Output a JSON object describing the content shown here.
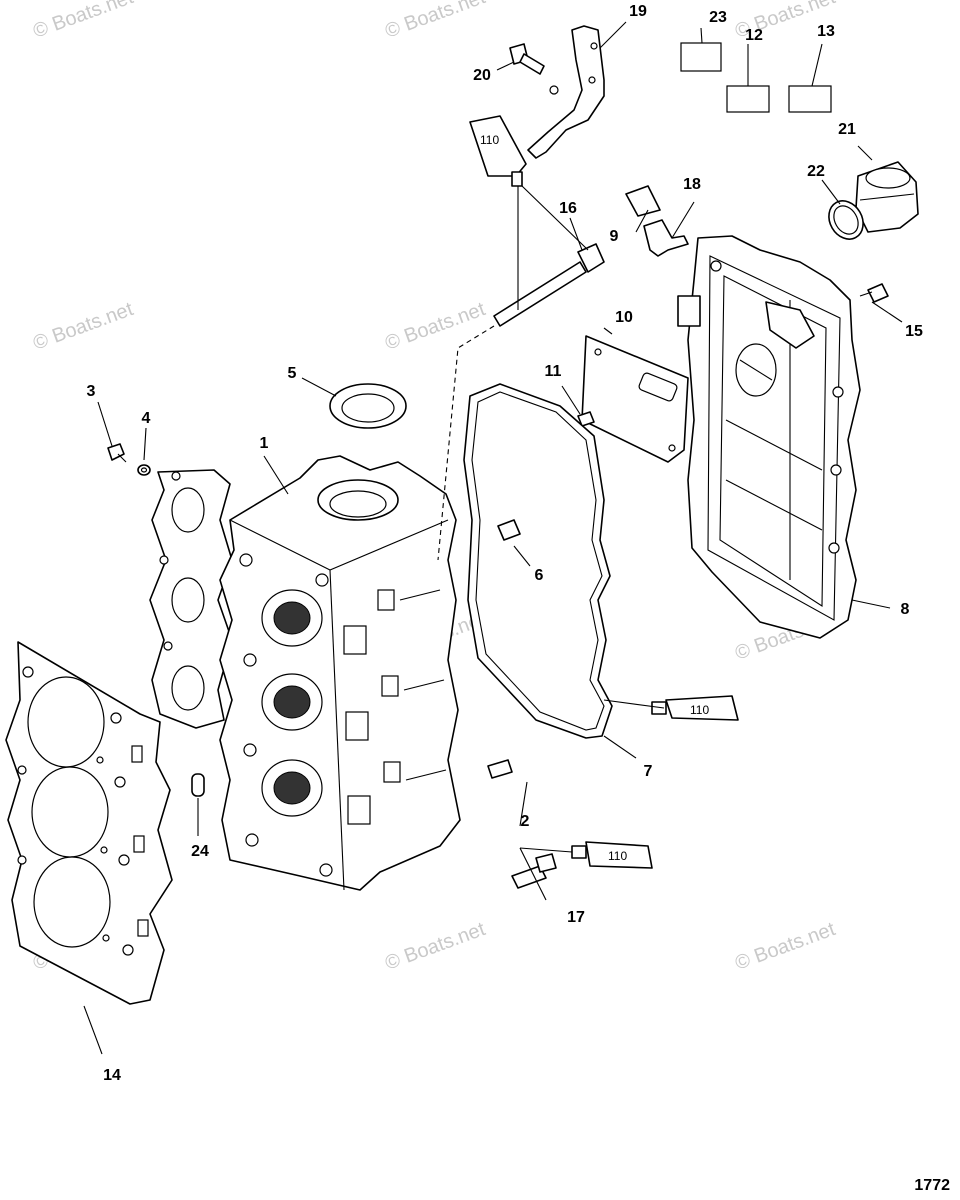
{
  "watermark": "© Boats.net",
  "figure_number": "1772",
  "sealant": {
    "tube_label": "110"
  },
  "callouts": [
    "1",
    "2",
    "3",
    "4",
    "5",
    "6",
    "7",
    "8",
    "9",
    "10",
    "11",
    "12",
    "13",
    "14",
    "15",
    "16",
    "17",
    "18",
    "19",
    "20",
    "21",
    "22",
    "23",
    "24"
  ]
}
